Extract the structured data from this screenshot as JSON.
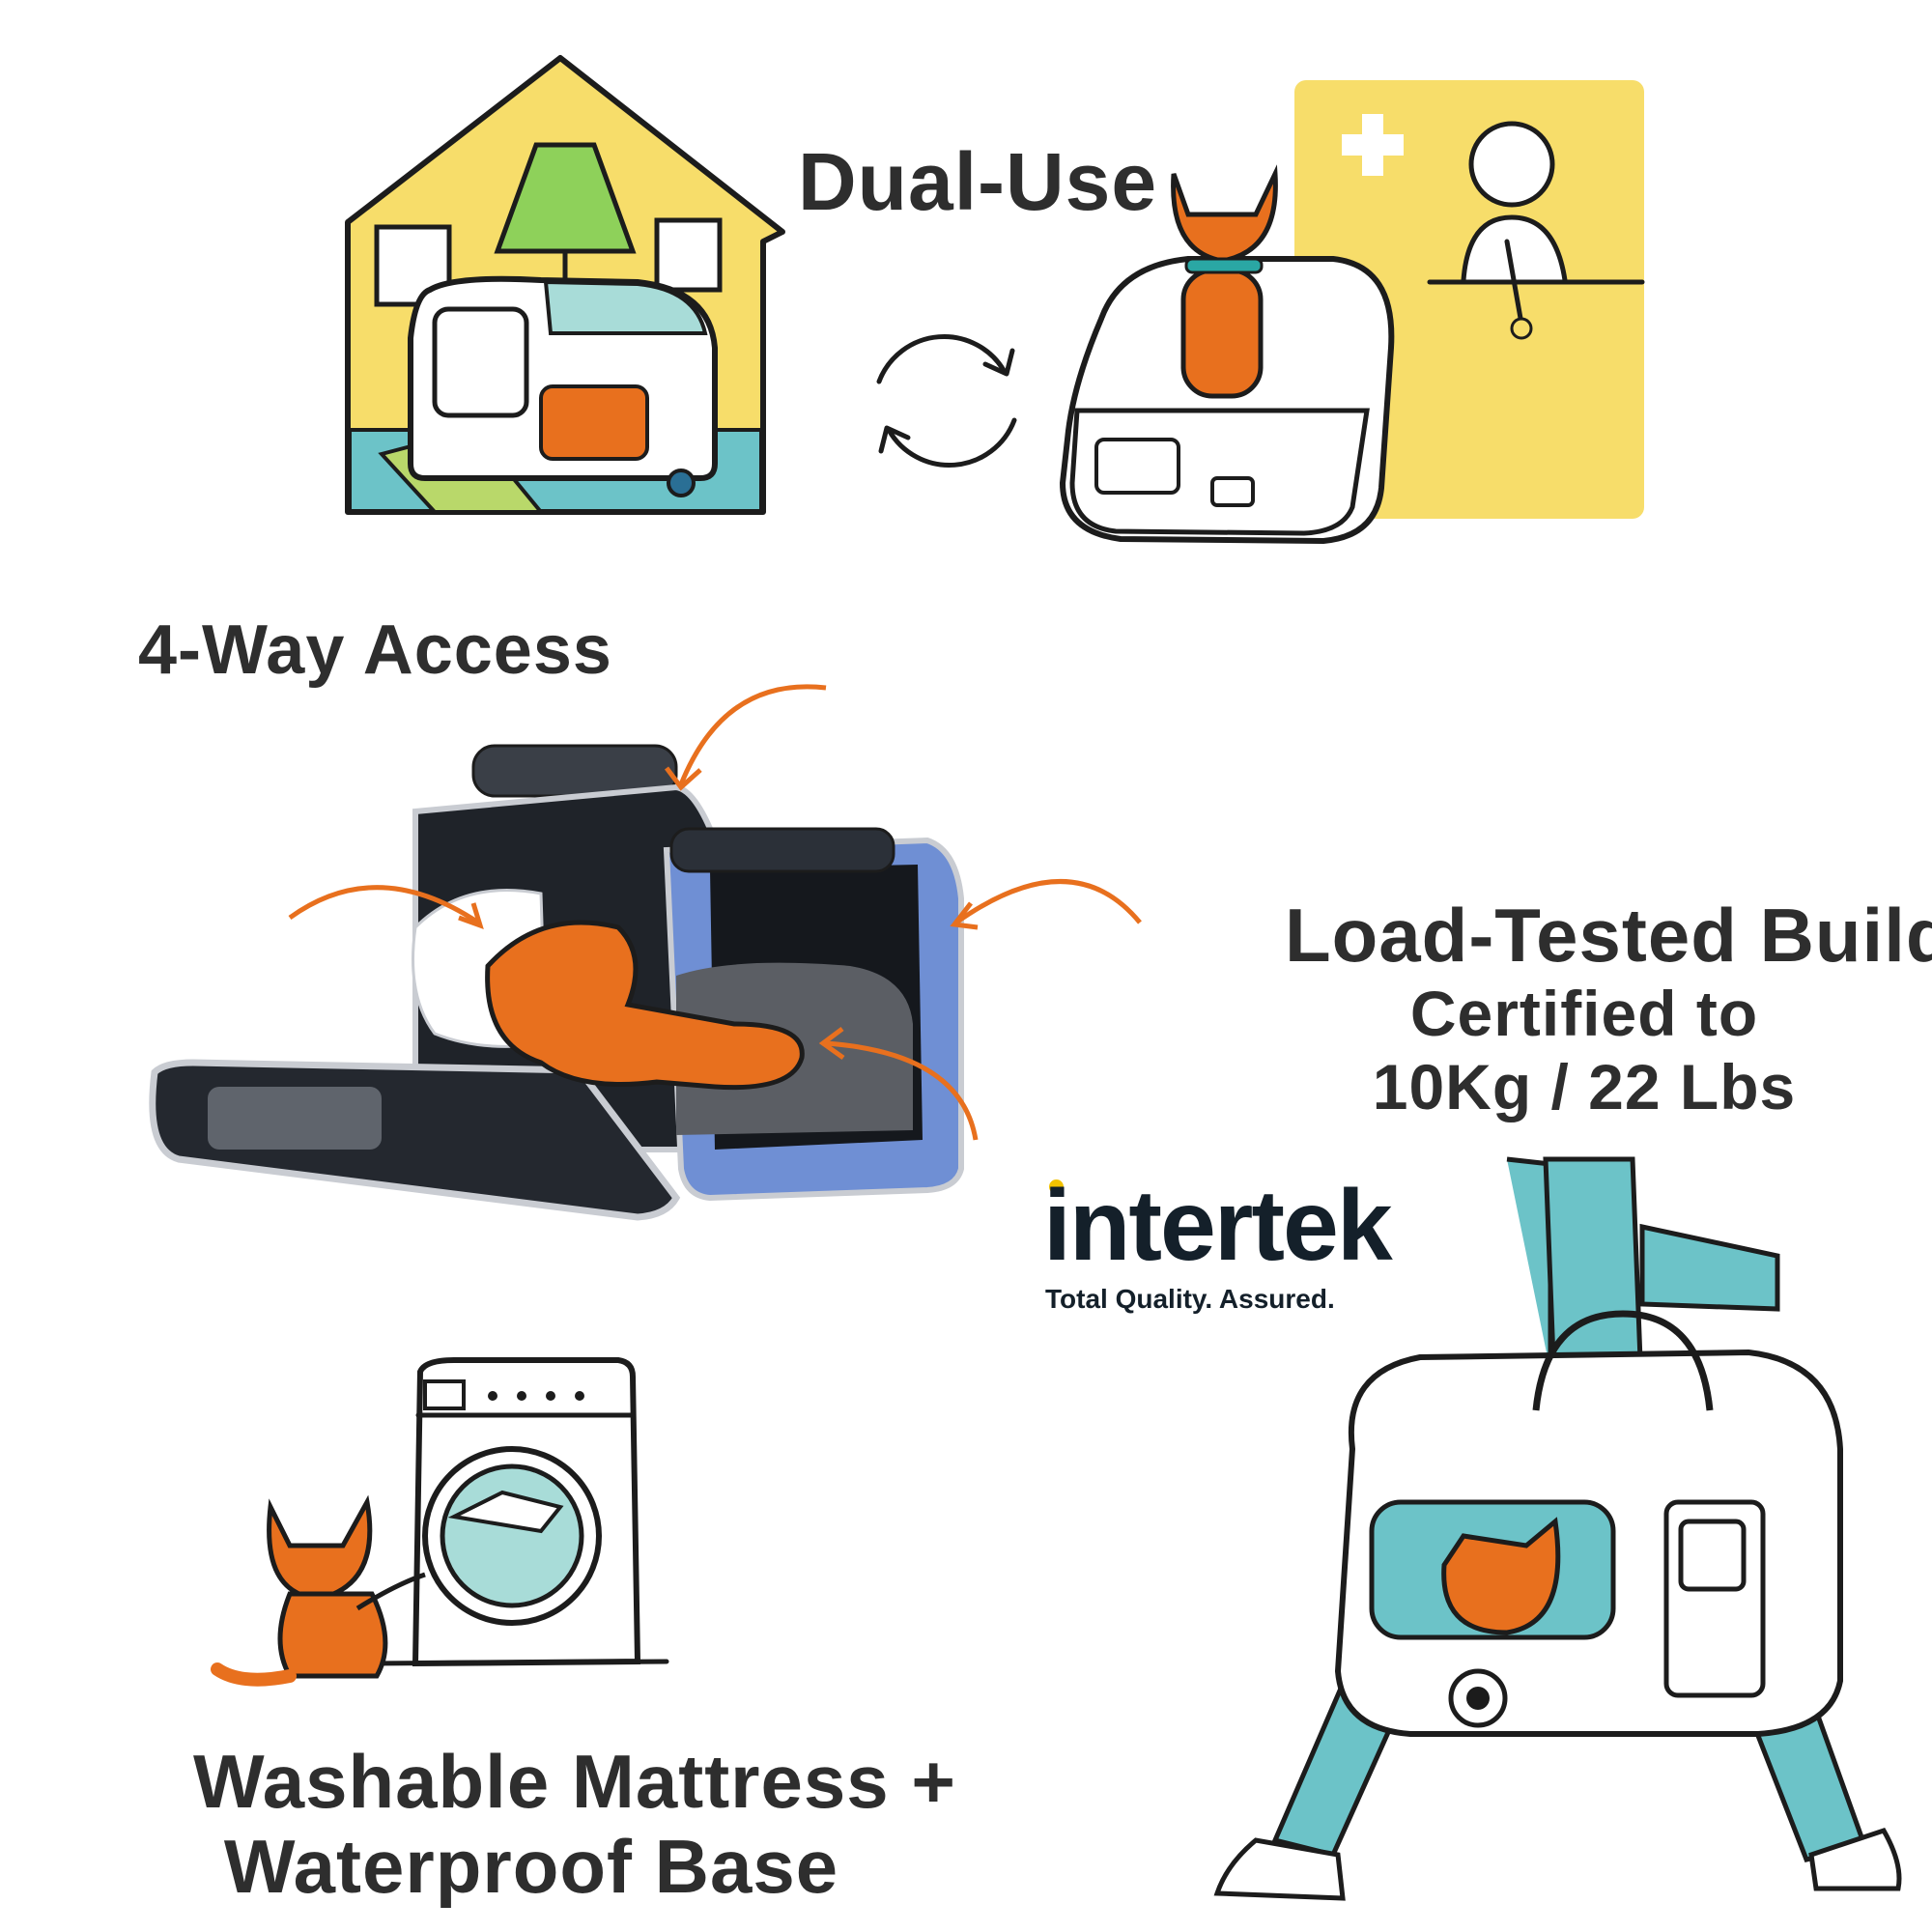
{
  "headings": {
    "dual_use": "Dual-Use",
    "four_way": "4-Way Access",
    "load_line1": "Load-Tested Build",
    "load_line2": "Certified to",
    "load_line3": "10Kg / 22 Lbs",
    "wash_line1": "Washable Mattress +",
    "wash_line2": "Waterproof Base"
  },
  "logo": {
    "brand": "intertek",
    "tagline": "Total Quality. Assured."
  },
  "colors": {
    "orange": "#e8701e",
    "yellow": "#f7dd6a",
    "teal": "#6cc3c8",
    "blue": "#6f8fd4",
    "ink": "#1c1c1c",
    "text": "#2e2e2e"
  }
}
